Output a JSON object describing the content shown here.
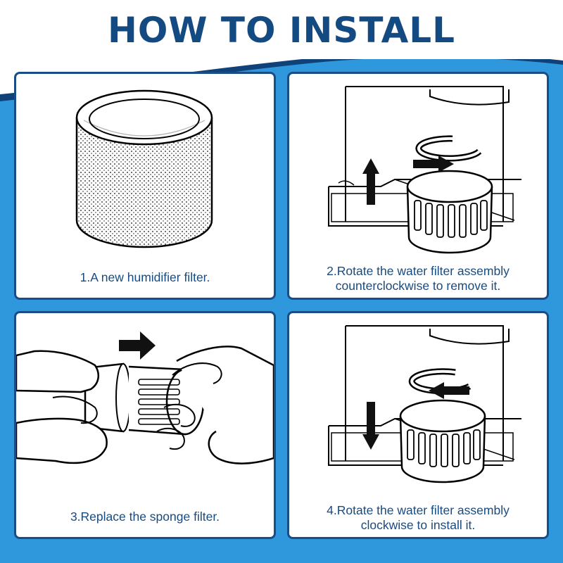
{
  "title": "HOW TO INSTALL",
  "colors": {
    "title": "#144a82",
    "caption": "#184b80",
    "panel_border": "#1a4d86",
    "wave_dark": "#10427a",
    "wave_light": "#2f97db"
  },
  "steps": [
    {
      "lines": [
        "1.A new humidifier filter."
      ]
    },
    {
      "lines": [
        "2.Rotate the water filter assembly",
        "counterclockwise to remove it."
      ]
    },
    {
      "lines": [
        "3.Replace the sponge filter."
      ]
    },
    {
      "lines": [
        "4.Rotate the water filter assembly",
        "clockwise to install it."
      ]
    }
  ]
}
